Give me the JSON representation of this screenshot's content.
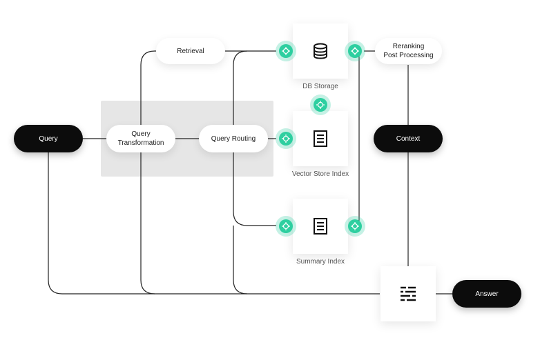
{
  "diagram": {
    "query": "Query",
    "transformation": "Query\nTransformation",
    "retrieval": "Retrieval",
    "routing": "Query Routing",
    "db_storage": "DB Storage",
    "vector_index": "Vector Store Index",
    "summary_index": "Summary Index",
    "reranking": "Reranking\nPost Processing",
    "context": "Context",
    "answer": "Answer"
  },
  "colors": {
    "node_accent": "#2ecfa0",
    "dark_pill": "#0c0c0c",
    "group_shade": "#e6e6e6",
    "line": "#222222"
  },
  "icons": [
    "database-icon",
    "document-icon",
    "document-icon",
    "list-icon",
    "target-icon"
  ]
}
